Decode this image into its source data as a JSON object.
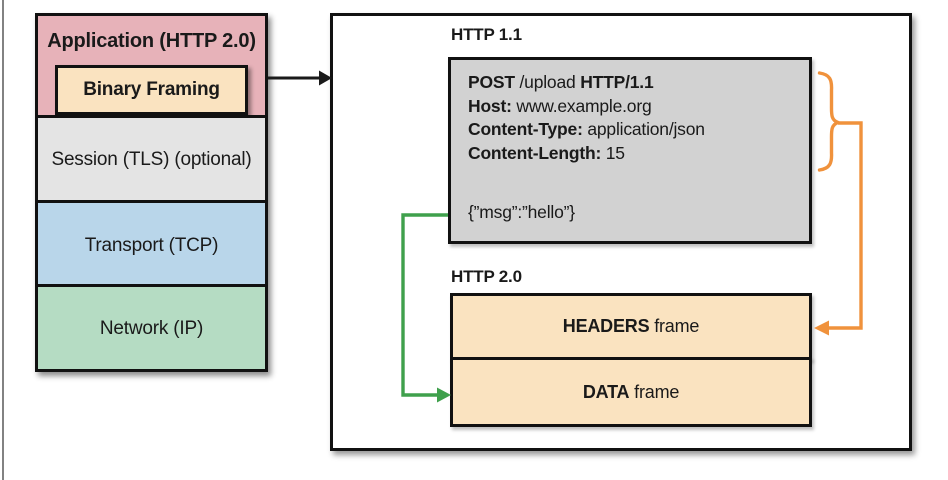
{
  "stack": {
    "application_label": "Application (HTTP 2.0)",
    "binary_framing_label": "Binary Framing",
    "session_label": "Session (TLS) (optional)",
    "transport_label": "Transport (TCP)",
    "network_label": "Network (IP)"
  },
  "panel": {
    "http11_label": "HTTP 1.1",
    "http20_label": "HTTP 2.0"
  },
  "request": {
    "method": "POST",
    "path": " /upload ",
    "version": "HTTP/1.1",
    "host_key": "Host:",
    "host_value": " www.example.org",
    "content_type_key": "Content-Type:",
    "content_type_value": " application/json",
    "content_length_key": "Content-Length:",
    "content_length_value": " 15",
    "body": "{”msg”:”hello”}"
  },
  "frames": {
    "headers_bold": "HEADERS",
    "headers_rest": " frame",
    "data_bold": "DATA",
    "data_rest": " frame"
  },
  "colors": {
    "application_fill": "#e7b2b9",
    "binary_framing_fill": "#fae3c0",
    "session_fill": "#e4e4e4",
    "transport_fill": "#b9d6ea",
    "network_fill": "#b5dcc3",
    "request_box_fill": "#d2d2d2",
    "frame_fill": "#fae3c0",
    "arrow_black": "#1a1a1a",
    "arrow_orange": "#f0923c",
    "arrow_green": "#3fa04c"
  }
}
